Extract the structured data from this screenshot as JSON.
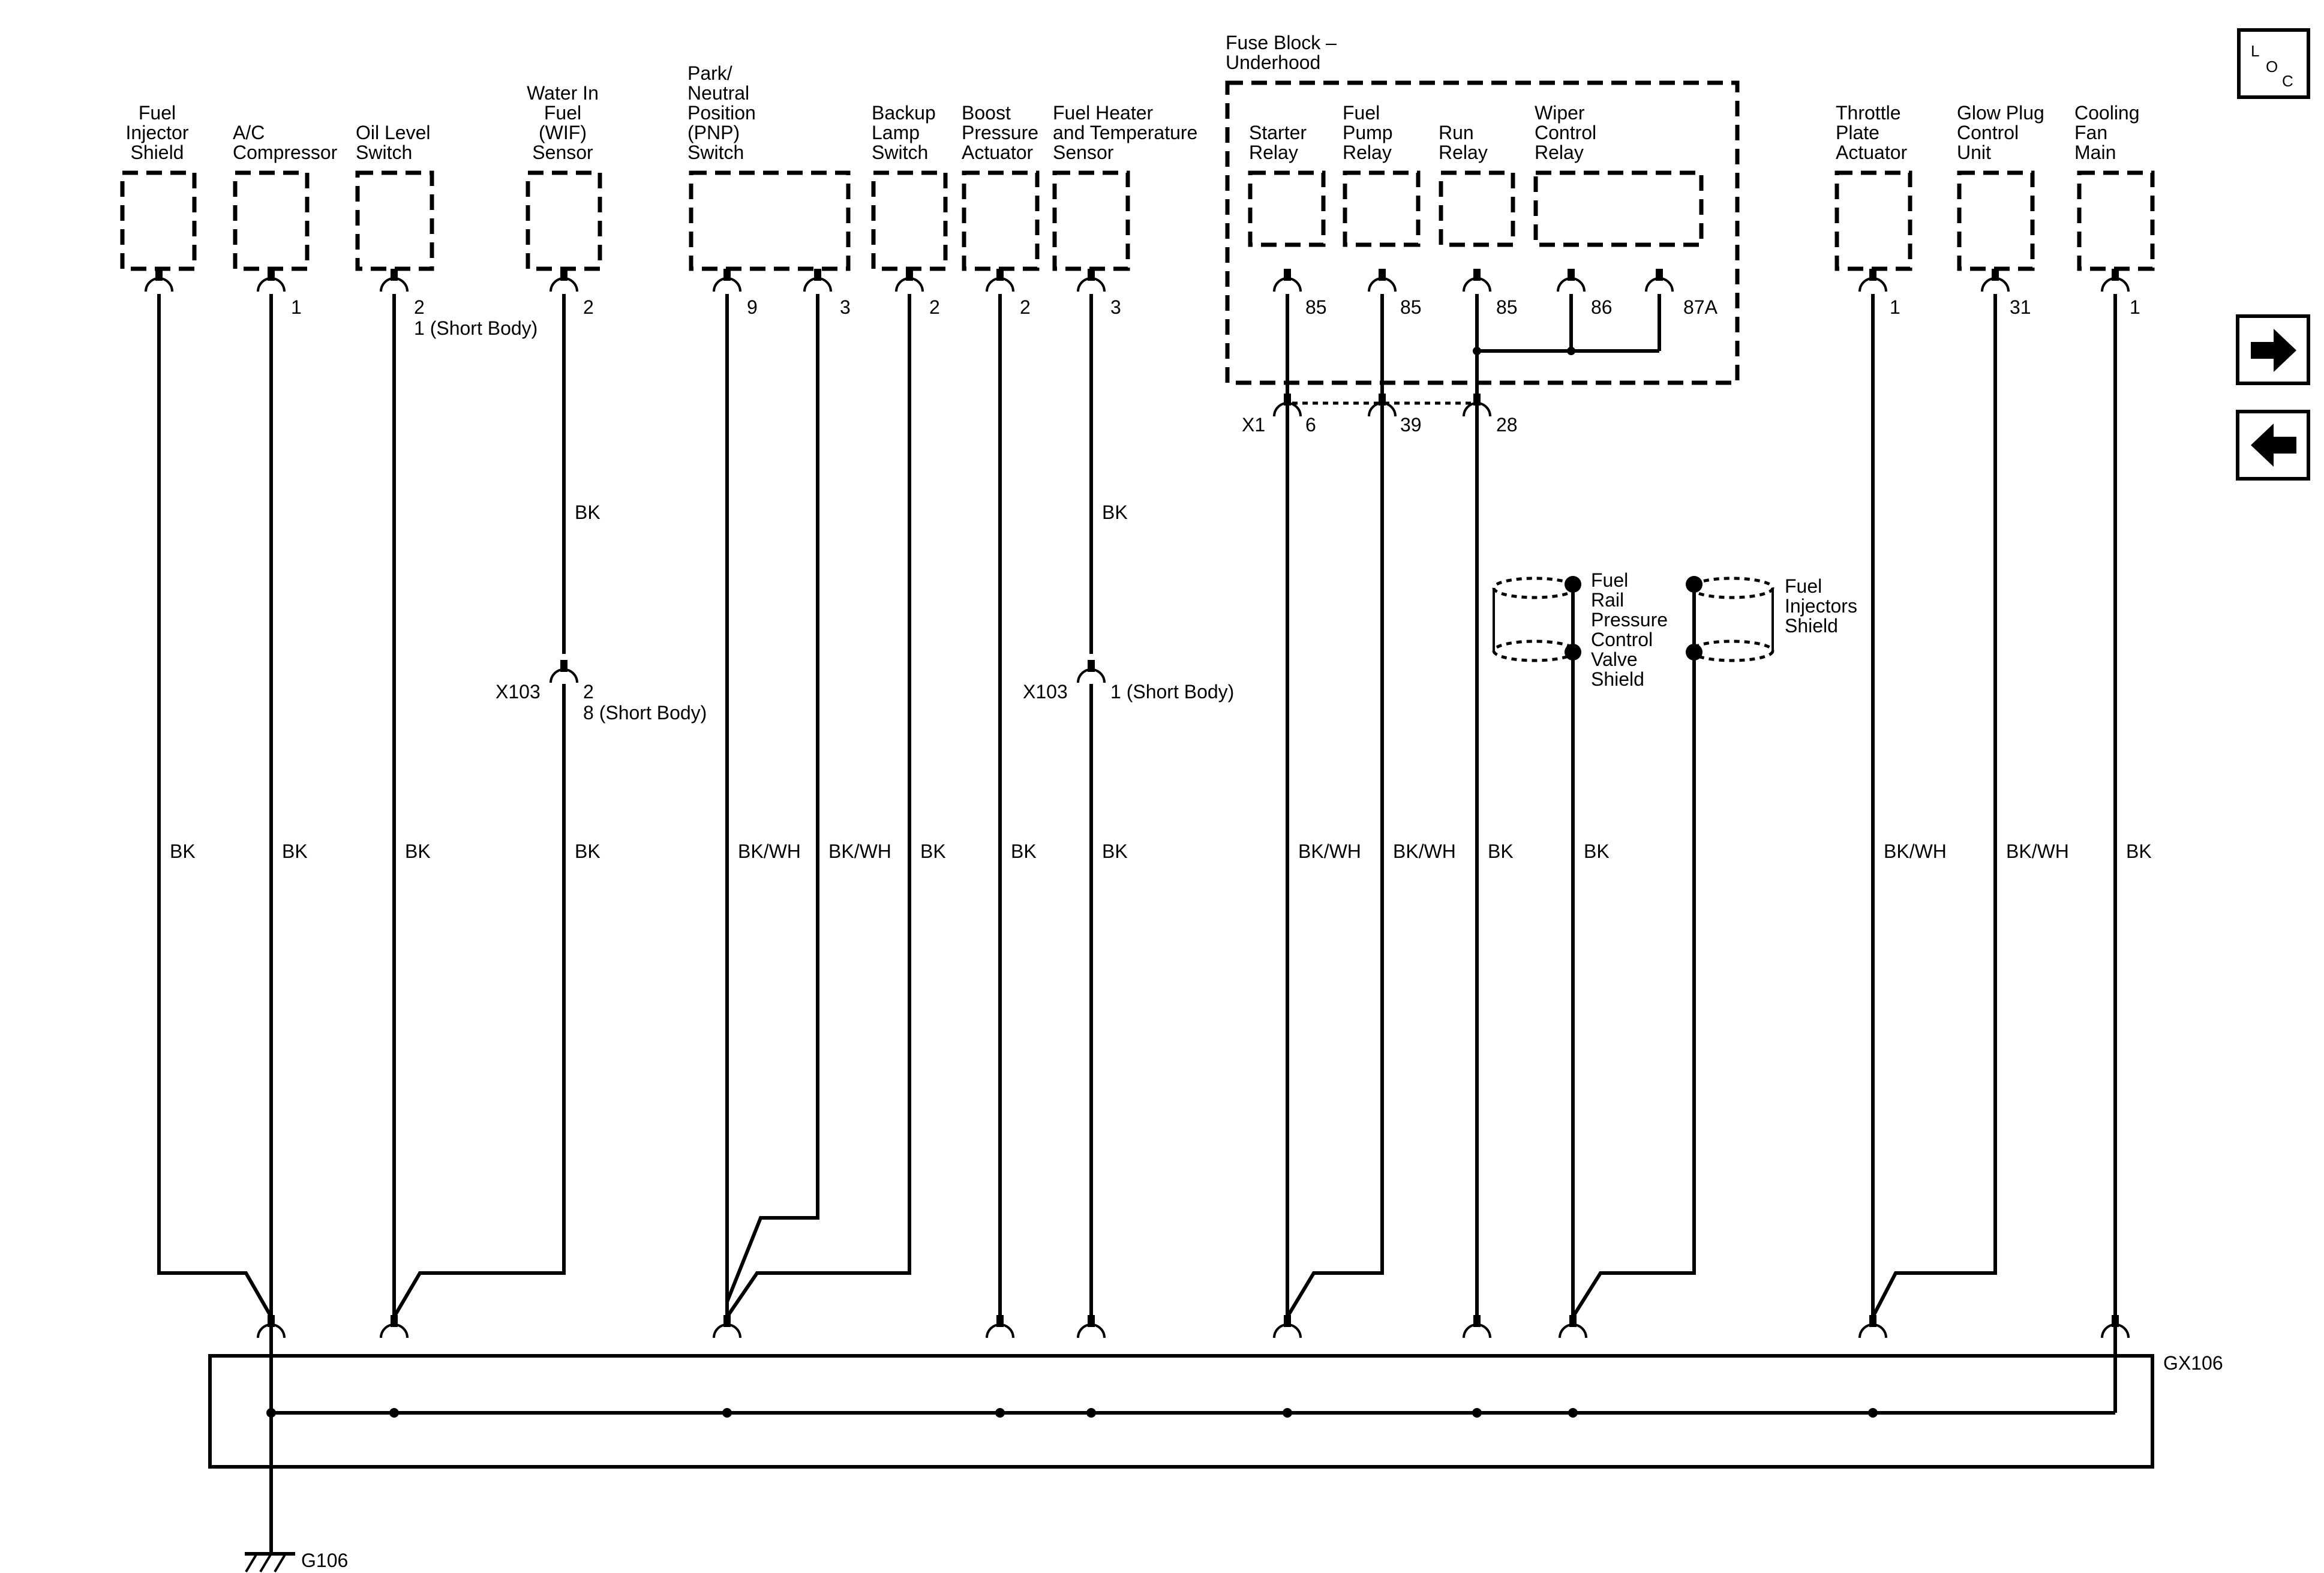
{
  "components": [
    {
      "id": "fuel_injector_shield",
      "label": [
        "Fuel",
        "Injector",
        "Shield"
      ],
      "pins": [],
      "wire_color": "BK"
    },
    {
      "id": "ac_compressor",
      "label": [
        "A/C",
        "Compressor"
      ],
      "pins": [
        "1"
      ],
      "wire_color": "BK"
    },
    {
      "id": "oil_level_switch",
      "label": [
        "Oil Level",
        "Switch"
      ],
      "pins": [
        "2",
        "1 (Short Body)"
      ],
      "wire_color": "BK"
    },
    {
      "id": "wif_sensor",
      "label": [
        "Water In",
        "Fuel",
        "(WIF)",
        "Sensor"
      ],
      "pins": [
        "2"
      ],
      "wire_color_upper": "BK",
      "wire_color": "BK"
    },
    {
      "id": "pnp_switch",
      "label": [
        "Park/",
        "Neutral",
        "Position",
        "(PNP)",
        "Switch"
      ],
      "pins": [
        "9",
        "3"
      ],
      "wire_colors": [
        "BK/WH",
        "BK/WH"
      ]
    },
    {
      "id": "backup_lamp_switch",
      "label": [
        "Backup",
        "Lamp",
        "Switch"
      ],
      "pins": [
        "2"
      ],
      "wire_color": "BK"
    },
    {
      "id": "boost_pressure_actuator",
      "label": [
        "Boost",
        "Pressure",
        "Actuator"
      ],
      "pins": [
        "2"
      ],
      "wire_color": "BK"
    },
    {
      "id": "fuel_heater_sensor",
      "label": [
        "Fuel Heater",
        "and Temperature",
        "Sensor"
      ],
      "pins": [
        "3"
      ],
      "wire_color_upper": "BK",
      "wire_color": "BK"
    },
    {
      "id": "throttle_plate_actuator",
      "label": [
        "Throttle",
        "Plate",
        "Actuator"
      ],
      "pins": [
        "1"
      ],
      "wire_color": "BK/WH"
    },
    {
      "id": "glow_plug_control_unit",
      "label": [
        "Glow Plug",
        "Control",
        "Unit"
      ],
      "pins": [
        "31"
      ],
      "wire_color": "BK/WH"
    },
    {
      "id": "cooling_fan_main",
      "label": [
        "Cooling",
        "Fan",
        "Main"
      ],
      "pins": [
        "1"
      ],
      "wire_color": "BK"
    }
  ],
  "fuse_block": {
    "title": [
      "Fuse Block –",
      "Underhood"
    ],
    "relays": [
      {
        "id": "starter_relay",
        "label": [
          "Starter",
          "Relay"
        ],
        "pin": "85",
        "wire_color": "BK/WH"
      },
      {
        "id": "fuel_pump_relay",
        "label": [
          "Fuel",
          "Pump",
          "Relay"
        ],
        "pin": "85",
        "wire_color": "BK/WH"
      },
      {
        "id": "run_relay",
        "label": [
          "Run",
          "Relay"
        ],
        "pin": "85",
        "wire_color": "BK"
      },
      {
        "id": "wiper_control_relay",
        "label": [
          "Wiper",
          "Control",
          "Relay"
        ],
        "pins": [
          "86",
          "87A"
        ]
      }
    ],
    "connector": {
      "name": "X1",
      "pins": [
        "6",
        "39",
        "28"
      ]
    }
  },
  "inline_connectors": [
    {
      "name": "X103",
      "pins": [
        "2",
        "8 (Short Body)"
      ]
    },
    {
      "name": "X103",
      "pins": [
        "1 (Short Body)"
      ]
    }
  ],
  "shields": [
    {
      "id": "fuel_rail_shield",
      "label": [
        "Fuel",
        "Rail",
        "Pressure",
        "Control",
        "Valve",
        "Shield"
      ],
      "wire_color": "BK"
    },
    {
      "id": "fuel_injectors_shield",
      "label": [
        "Fuel",
        "Injectors",
        "Shield"
      ]
    }
  ],
  "splice": "GX106",
  "ground": "G106",
  "loc_label": [
    "L",
    "O",
    "C"
  ],
  "nav": {
    "forward_icon": "arrow-right-icon",
    "back_icon": "arrow-left-icon"
  }
}
